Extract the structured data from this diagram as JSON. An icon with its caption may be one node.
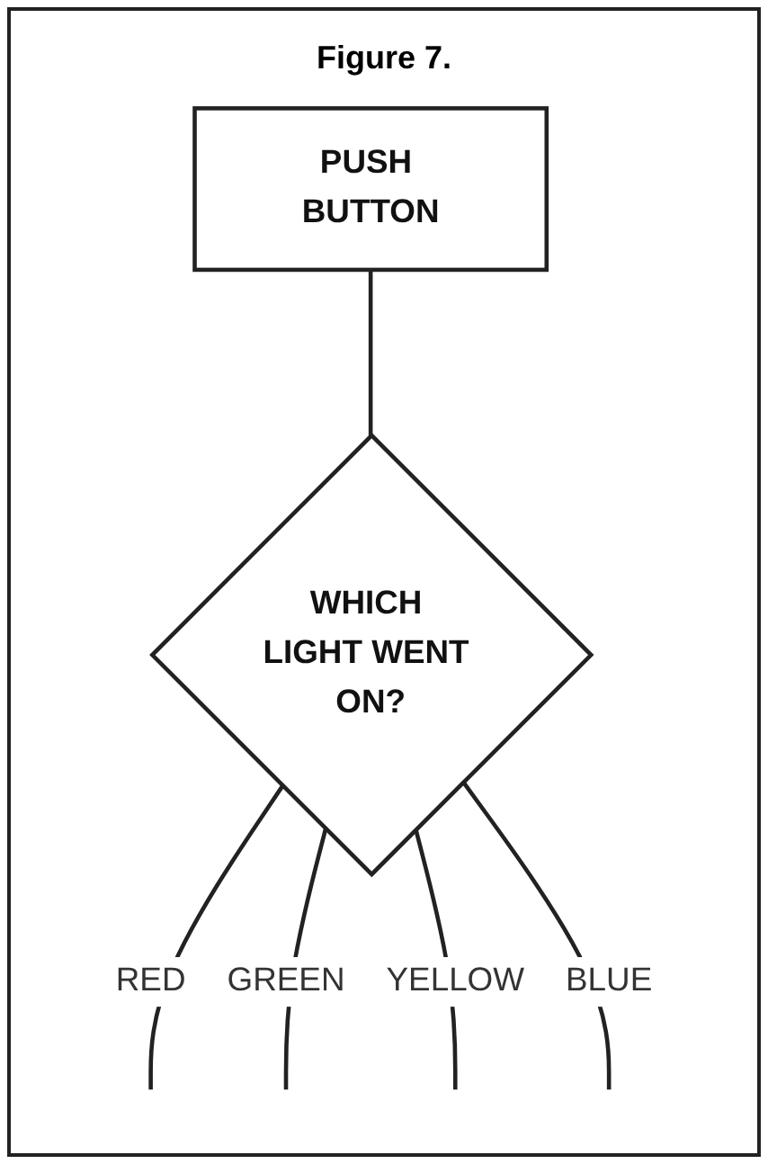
{
  "diagram": {
    "title": "Figure 7.",
    "nodes": [
      {
        "text": [
          "PUSH BUTTON"
        ]
      },
      {
        "text": [
          "WHICH LIGHT WENT ON?"
        ]
      }
    ],
    "edges": [
      {
        "from": 0,
        "to": 1,
        "arrow": "none"
      },
      {
        "from": 1,
        "to": null,
        "label": "RED",
        "arrow": "none"
      },
      {
        "from": 1,
        "to": null,
        "label": "GREEN",
        "arrow": "none"
      },
      {
        "from": 1,
        "to": null,
        "label": "YELLOW",
        "arrow": "none"
      },
      {
        "from": 1,
        "to": null,
        "label": "BLUE",
        "arrow": "none"
      }
    ]
  }
}
